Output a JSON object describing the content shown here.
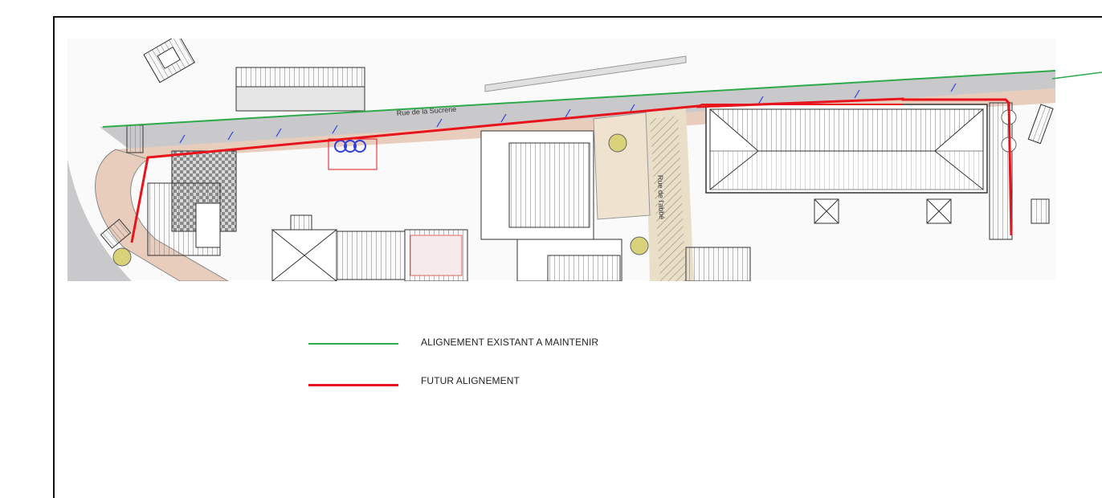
{
  "plan": {
    "street_name": "Rue de la Sucrerie",
    "side_street_name": "Rue de l'abbé",
    "colors": {
      "existing_alignment": "#2eaa4a",
      "future_alignment": "#e8141c",
      "road": "#c9c9cc",
      "sidewalk": "#e8cdbd",
      "building_hatch": "#666666",
      "annotation_blue": "#2f3fd8",
      "tree": "#d9d27a"
    }
  },
  "legend": {
    "items": [
      {
        "label": "ALIGNEMENT EXISTANT A MAINTENIR",
        "color": "#2eaa4a"
      },
      {
        "label": "FUTUR ALIGNEMENT",
        "color": "#e8141c"
      }
    ]
  }
}
